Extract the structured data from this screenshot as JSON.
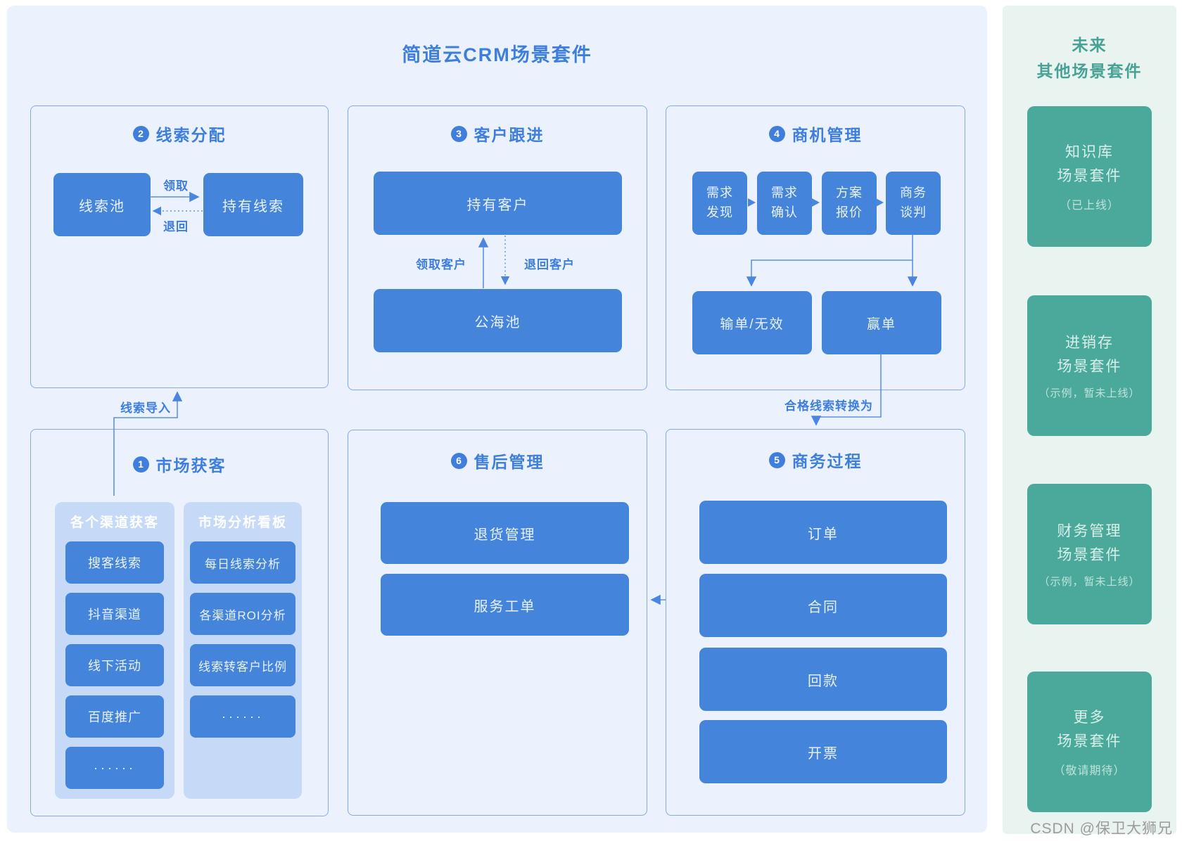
{
  "page": {
    "title": "简道云CRM场景套件"
  },
  "colors": {
    "accent_blue": "#3e7edd",
    "node_blue": "#4584db",
    "line_blue": "#5e90ea",
    "subpanel_blue": "#c6daf8",
    "panel_bg": "#ebf2fd",
    "accent_teal": "#47a295",
    "card_teal": "#4ba99c",
    "sidebar_bg": "#e9f3ef"
  },
  "sections": {
    "market": {
      "num": "1",
      "title": "市场获客",
      "channels": {
        "title": "各个渠道获客",
        "items": [
          "搜客线索",
          "抖音渠道",
          "线下活动",
          "百度推广",
          "······"
        ]
      },
      "dashboard": {
        "title": "市场分析看板",
        "items": [
          "每日线索分析",
          "各渠道ROI分析",
          "线索转客户比例",
          "······"
        ]
      }
    },
    "leads": {
      "num": "2",
      "title": "线索分配",
      "pool": "线索池",
      "held": "持有线索",
      "claim": "领取",
      "return": "退回"
    },
    "follow": {
      "num": "3",
      "title": "客户跟进",
      "held": "持有客户",
      "pool": "公海池",
      "claim": "领取客户",
      "return": "退回客户"
    },
    "oppty": {
      "num": "4",
      "title": "商机管理",
      "stages": [
        "需求发现",
        "需求确认",
        "方案报价",
        "商务谈判"
      ],
      "lost": "输单/无效",
      "won": "赢单"
    },
    "process": {
      "num": "5",
      "title": "商务过程",
      "items": [
        "订单",
        "合同",
        "回款",
        "开票"
      ]
    },
    "aftersale": {
      "num": "6",
      "title": "售后管理",
      "items": [
        "退货管理",
        "服务工单"
      ]
    }
  },
  "connectors": {
    "lead_import": "线索导入",
    "qualified": "合格线索转换为"
  },
  "sidebar": {
    "title1": "未来",
    "title2": "其他场景套件",
    "cards": [
      {
        "line1": "知识库",
        "line2": "场景套件",
        "note": "（已上线）"
      },
      {
        "line1": "进销存",
        "line2": "场景套件",
        "note": "（示例，暂未上线）"
      },
      {
        "line1": "财务管理",
        "line2": "场景套件",
        "note": "（示例，暂未上线）"
      },
      {
        "line1": "更多",
        "line2": "场景套件",
        "note": "（敬请期待）"
      }
    ]
  },
  "watermark": "CSDN @保卫大狮兄"
}
